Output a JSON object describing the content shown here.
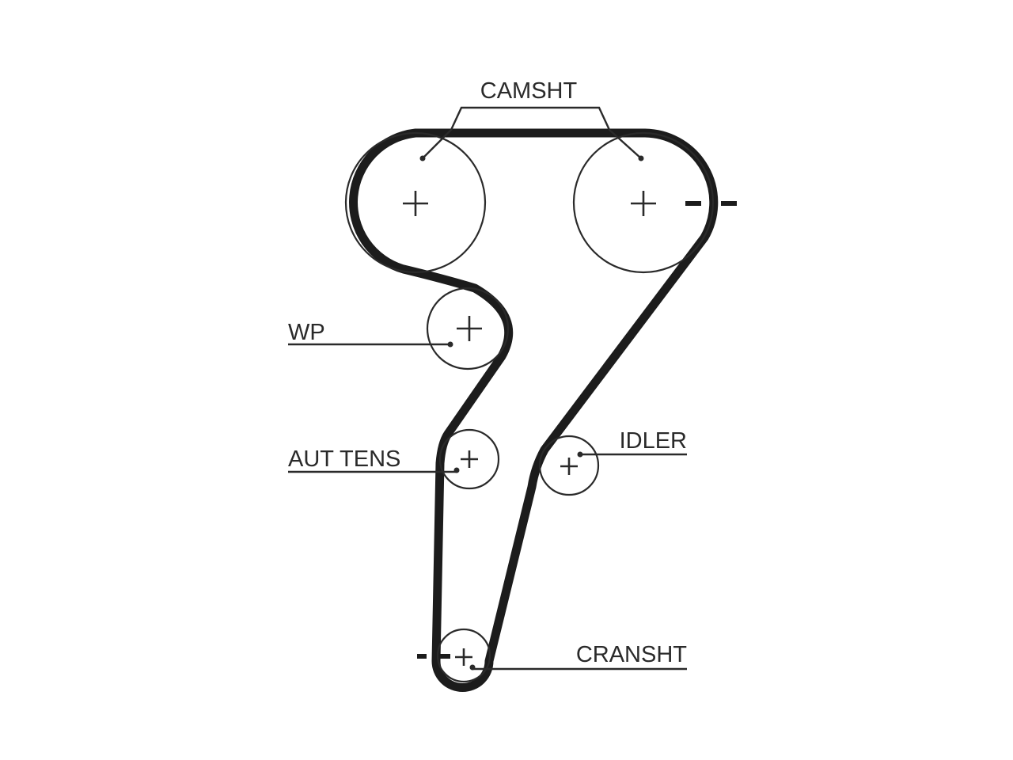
{
  "diagram": {
    "belt_color": "#1c1c1c",
    "line_color": "#2a2a2a",
    "labels": {
      "camshaft": "CAMSHT",
      "water_pump": "WP",
      "auto_tensioner": "AUT TENS",
      "idler": "IDLER",
      "crankshaft": "CRANSHT"
    }
  }
}
